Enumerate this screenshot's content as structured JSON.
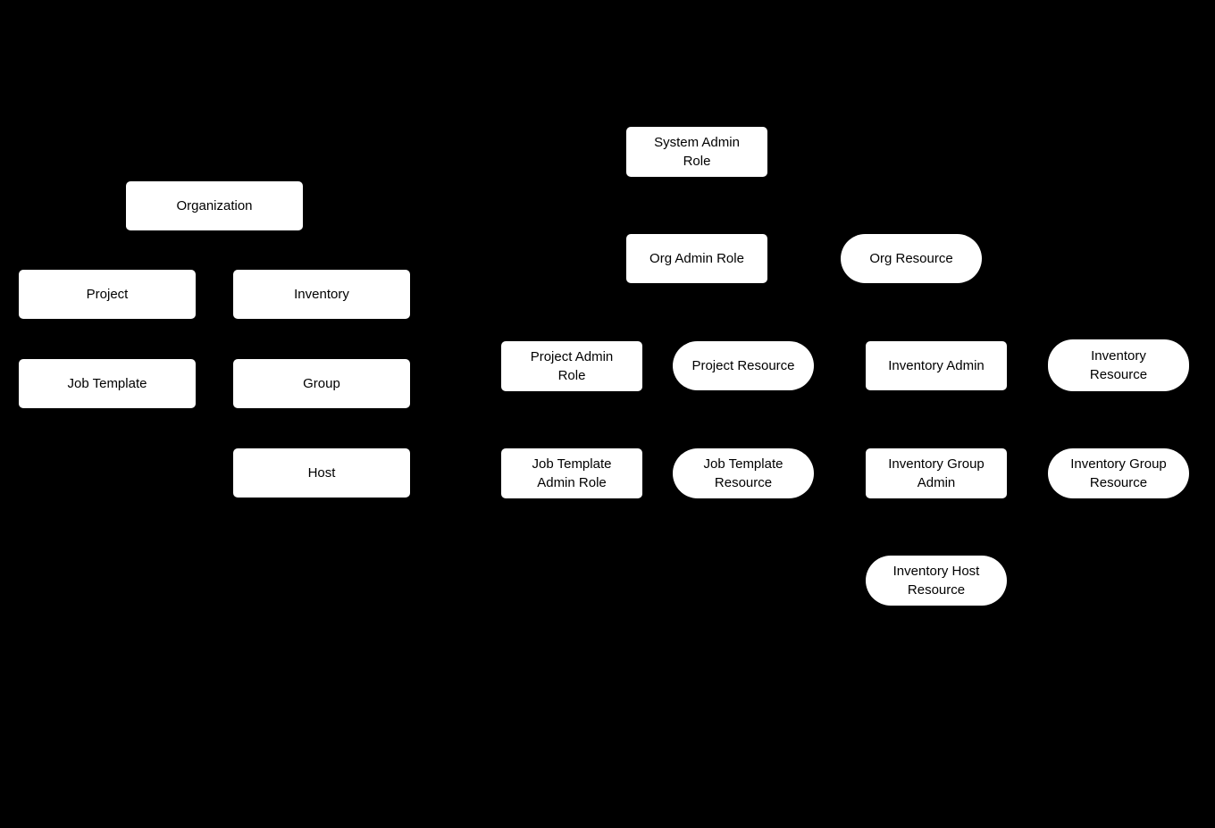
{
  "diagram": {
    "title": "Organization RBAC roles and resources diagram",
    "colors": {
      "background": "#000000",
      "node_fill": "#ffffff",
      "node_text": "#000000"
    },
    "nodes": [
      {
        "id": "organization",
        "label": "Organization",
        "shape": "rect"
      },
      {
        "id": "project",
        "label": "Project",
        "shape": "rect"
      },
      {
        "id": "inventory",
        "label": "Inventory",
        "shape": "rect"
      },
      {
        "id": "job-template",
        "label": "Job Template",
        "shape": "rect"
      },
      {
        "id": "group",
        "label": "Group",
        "shape": "rect"
      },
      {
        "id": "host",
        "label": "Host",
        "shape": "rect"
      },
      {
        "id": "system-admin-role",
        "label": "System Admin\nRole",
        "shape": "rect"
      },
      {
        "id": "org-admin-role",
        "label": "Org Admin Role",
        "shape": "rect"
      },
      {
        "id": "org-resource",
        "label": "Org Resource",
        "shape": "stadium"
      },
      {
        "id": "project-admin-role",
        "label": "Project Admin\nRole",
        "shape": "rect"
      },
      {
        "id": "project-resource",
        "label": "Project Resource",
        "shape": "stadium"
      },
      {
        "id": "inventory-admin",
        "label": "Inventory Admin",
        "shape": "rect"
      },
      {
        "id": "inventory-resource",
        "label": "Inventory\nResource",
        "shape": "stadium"
      },
      {
        "id": "job-template-admin-role",
        "label": "Job Template\nAdmin Role",
        "shape": "rect"
      },
      {
        "id": "job-template-resource",
        "label": "Job Template\nResource",
        "shape": "stadium"
      },
      {
        "id": "inventory-group-admin",
        "label": "Inventory Group\nAdmin",
        "shape": "rect"
      },
      {
        "id": "inventory-group-resource",
        "label": "Inventory Group\nResource",
        "shape": "stadium"
      },
      {
        "id": "inventory-host-resource",
        "label": "Inventory Host\nResource",
        "shape": "stadium"
      }
    ]
  }
}
